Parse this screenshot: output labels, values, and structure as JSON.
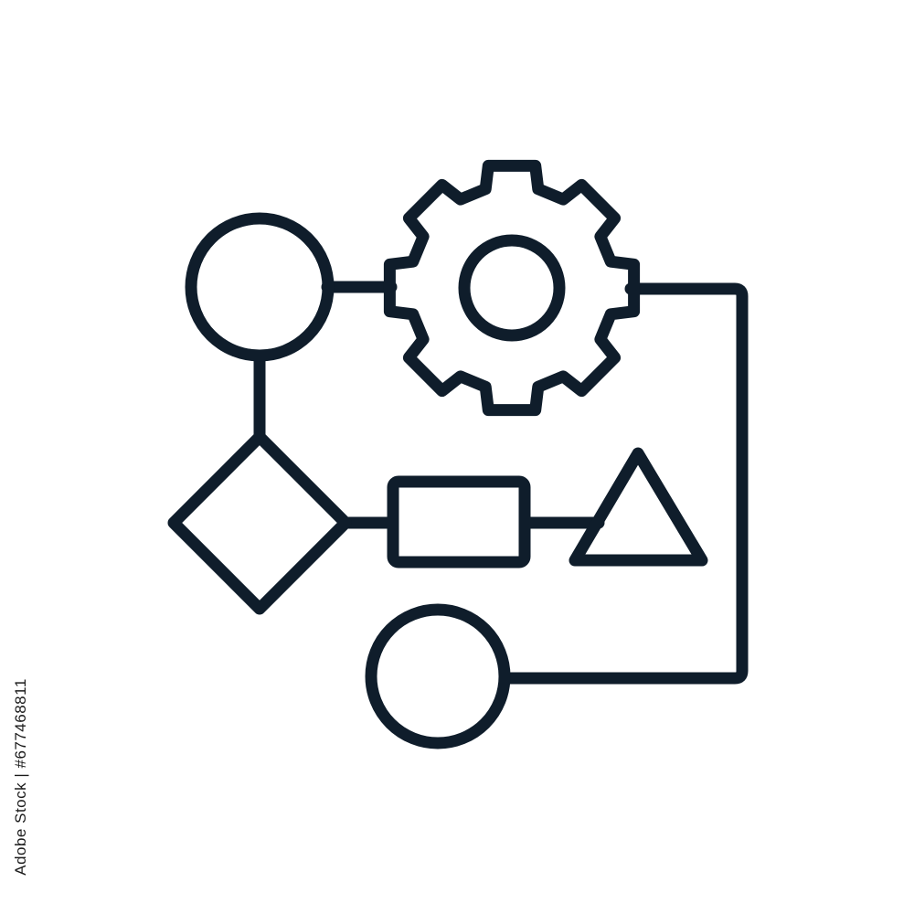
{
  "diagram": {
    "kind": "workflow-process-icon",
    "stroke_color": "#0f1d2b",
    "background_color": "#ffffff",
    "nodes": [
      {
        "id": "start-circle",
        "shape": "circle"
      },
      {
        "id": "gear",
        "shape": "gear"
      },
      {
        "id": "decision-diamond",
        "shape": "diamond"
      },
      {
        "id": "process-rectangle",
        "shape": "rectangle"
      },
      {
        "id": "end-triangle",
        "shape": "triangle"
      },
      {
        "id": "end-circle",
        "shape": "circle"
      }
    ],
    "edges": [
      {
        "from": "start-circle",
        "to": "gear"
      },
      {
        "from": "start-circle",
        "to": "decision-diamond"
      },
      {
        "from": "decision-diamond",
        "to": "process-rectangle"
      },
      {
        "from": "process-rectangle",
        "to": "end-triangle"
      },
      {
        "from": "gear",
        "to": "end-circle",
        "routing": "elbow-right"
      }
    ]
  },
  "watermark": {
    "stock_id": "Adobe Stock | #677468811"
  }
}
